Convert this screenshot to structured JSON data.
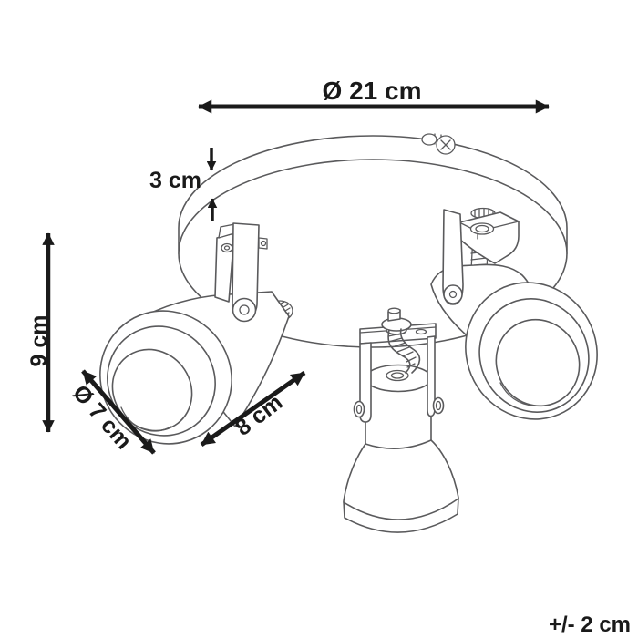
{
  "figure": {
    "kind": "product-dimension-line-drawing",
    "subject": "three-spot round ceiling light",
    "background": "#ffffff",
    "line_color": "#5a5a5c",
    "annotation_color": "#1a1a1a"
  },
  "annotations": {
    "base_diameter": "Ø 21 cm",
    "base_thickness": "3 cm",
    "total_height": "9 cm",
    "spot_diameter": "Ø 7 cm",
    "spot_length": "8 cm",
    "tolerance": "+/- 2 cm"
  }
}
